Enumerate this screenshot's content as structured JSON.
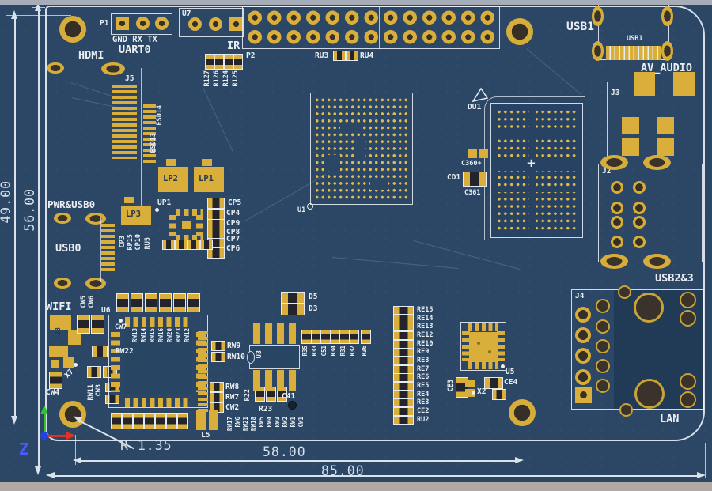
{
  "colors": {
    "board": "#2b4765",
    "pad_gold": "#d9ae3a",
    "silkscreen": "#e9eef3",
    "dimension": "#d8dfe8",
    "axis_x": "#e03224",
    "axis_y": "#2ec52e",
    "axis_z": "#2244dd",
    "hole_dark": "#3a332b"
  },
  "d": {
    "h49": "49.00",
    "h56": "56.00",
    "w58": "58.00",
    "w85": "85.00",
    "r": "R 1.35",
    "z": "Z"
  },
  "c": {
    "hdmi": "HDMI",
    "uart0": "UART0",
    "pins": "GND RX TX",
    "ir": "IR",
    "pwr": "PWR&USB0",
    "usb0": "USB0",
    "wifi": "WIFI",
    "usb1": "USB1",
    "usb1s": "USB1",
    "av": "AV_AUDIO",
    "usb23": "USB2&3",
    "lan": "LAN"
  },
  "r": {
    "p1": "P1",
    "p2": "P2",
    "u7": "U7",
    "j5": "J5",
    "j3": "J3",
    "j8": "J8",
    "j2": "J2",
    "j4": "J4",
    "u1": "U1",
    "u3": "U3",
    "u5": "U5",
    "u6": "U6",
    "up1": "UP1",
    "du1": "DU1",
    "cd1": "CD1",
    "c360": "C360+",
    "c361": "C361",
    "ru3": "RU3",
    "ru4": "RU4",
    "l5": "L5",
    "lp1": "LP1",
    "lp2": "LP2",
    "lp3": "LP3",
    "cw7": "CW7",
    "rw22": "RW22",
    "rw9": "RW9",
    "rw10": "RW10",
    "rw8": "RW8",
    "rw7": "RW7",
    "cw2": "CW2",
    "r22": "R22",
    "r23": "R23",
    "c41": "C41",
    "d5": "D5",
    "d3": "D3",
    "r36": "R36",
    "ce3": "CE3",
    "ce4": "CE4",
    "x2": "X2",
    "x7": "X7",
    "cw4": "CW4",
    "cw5": "CW5",
    "cw6": "CW6",
    "cw3": "CW3",
    "rw11": "RW11",
    "plus": "+"
  },
  "g": {
    "esd": [
      "ESD13",
      "ESD14"
    ],
    "r12x": [
      "R127",
      "R126",
      "R124",
      "R125"
    ],
    "cp": [
      "CP5",
      "CP4",
      "CP9",
      "CP8",
      "CP7",
      "CP6"
    ],
    "cprow": [
      "CP3",
      "RP15",
      "CP10",
      "RU5"
    ],
    "qfp": [
      "RW13",
      "RW14",
      "RW15",
      "RW16",
      "RW20",
      "RW23",
      "RW12"
    ],
    "bot": [
      "RW17",
      "RW6",
      "RW21",
      "RW18",
      "RW5",
      "RW4",
      "RW3",
      "RW2",
      "RW1",
      "CW1"
    ],
    "rmid": [
      "R35",
      "R33",
      "C51",
      "R34",
      "R31",
      "R32"
    ],
    "re": [
      "RE15",
      "RE14",
      "RE13",
      "RE12",
      "RE10",
      "RE9",
      "RE8",
      "RE7",
      "RE6",
      "RE5",
      "RE4",
      "RE3",
      "CE2",
      "RU2"
    ]
  }
}
